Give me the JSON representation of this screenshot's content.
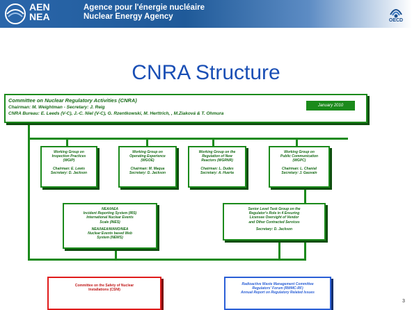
{
  "header": {
    "logo_text": [
      "AEN",
      "NEA"
    ],
    "agency_fr": "Agence pour l'énergie nucléaire",
    "agency_en": "Nuclear Energy Agency",
    "oecd_label": "OECD"
  },
  "slide": {
    "title": "CNRA Structure",
    "page_number": "3"
  },
  "top_box": {
    "line1": "Committee on Nuclear Regulatory Activities (CNRA)",
    "line2": "Chairman: M. Weightman  -  Secretary: J. Reig",
    "line3": "CNRA Bureau: E. Leeds (V-C), J.-C. Niel (V-C), G. Rzentkowski, M. Herttrich, , M.Ziaková & T. Ohmura",
    "date": "January 2010"
  },
  "working_groups": [
    {
      "lines": [
        "Working Group on",
        "Inspection Practices",
        "(WGIP)"
      ],
      "people": [
        "Chairman: E. Lewis",
        "Secretary: D. Jackson"
      ]
    },
    {
      "lines": [
        "Working Group on",
        "Operating Experience",
        "(WGOE)"
      ],
      "people": [
        "Chairman: M. Maqua",
        "Secretary: D. Jackson"
      ]
    },
    {
      "lines": [
        "Working Group on the",
        "Regulation of New",
        "Reactors (WGRNR)"
      ],
      "people": [
        "Chairman: L. Dudes",
        "Secretary: A. Huerta"
      ]
    },
    {
      "lines": [
        "Working Group on",
        "Public Communication",
        "(WGPC)"
      ],
      "people": [
        "Chairman: L. Chanial",
        "Secretary: J. Gauvain"
      ]
    }
  ],
  "lower_left": {
    "lines": [
      "NEA/IAEA",
      "Incident Reporting System (IRS)",
      "International Nuclear Events",
      "Scale (INES)",
      "",
      "NEA/IAEA/WANO/NEA",
      "Nuclear Events based Web",
      "System (NEWS)"
    ]
  },
  "lower_right": {
    "lines": [
      "Senior Level Task Group on the",
      "Regulator's Role in 4 Ensuring",
      "Licensee Oversight of Vendor",
      "and Other Contracted Services",
      "",
      "Secretary: D. Jackson"
    ]
  },
  "bottom_boxes": [
    {
      "lines": [
        "Committee on the Safety of Nuclear",
        "Installations (CSNI)"
      ]
    },
    {
      "lines": [
        "Radioactive Waste Management Committee",
        "Regulators' Forum (RWMC-RF)",
        "Annual Report on Regulatory Related Issues"
      ]
    }
  ],
  "colors": {
    "header_blue": "#1a4f8f",
    "title_blue": "#1a4fb5",
    "box_green": "#1b8a1b",
    "red_box": "#e01b1b",
    "blue_box": "#2a5fd6"
  }
}
